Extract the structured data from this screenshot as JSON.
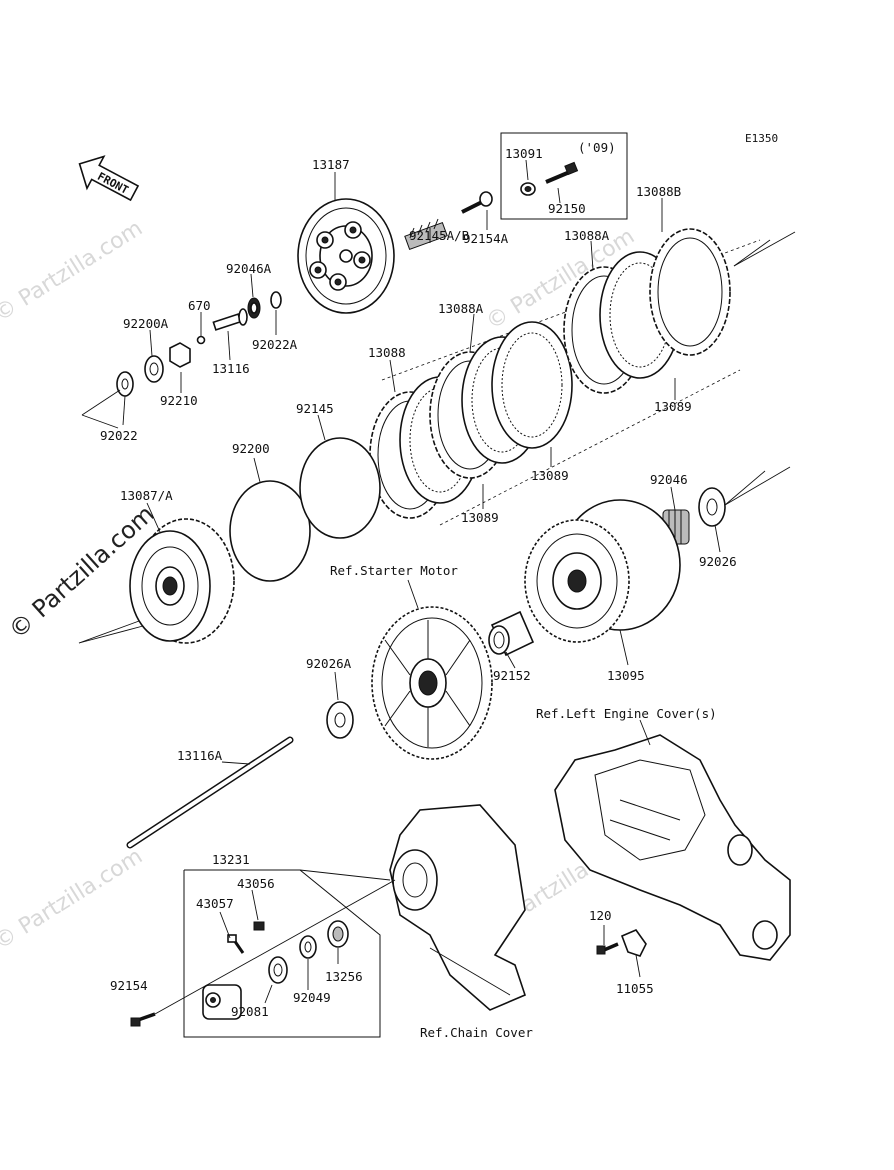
{
  "diagram": {
    "code": "E1350",
    "front_label": "FRONT",
    "watermark_main": "© Partzilla.com",
    "watermark_faint": "© Partzilla.com",
    "variant_box": {
      "year": "('09)",
      "parts": [
        "13091",
        "92150"
      ]
    },
    "references": {
      "starter_motor": "Ref.Starter Motor",
      "left_engine_cover": "Ref.Left Engine Cover(s)",
      "chain_cover": "Ref.Chain Cover"
    },
    "callouts": {
      "p13187": "13187",
      "p13091": "13091",
      "p92150": "92150",
      "p13088B": "13088B",
      "p92154A": "92154A",
      "p92145AB": "92145A/B",
      "p13088A_top": "13088A",
      "p92046A": "92046A",
      "p670": "670",
      "p92200A": "92200A",
      "p92022A": "92022A",
      "p13116": "13116",
      "p13088A_mid": "13088A",
      "p13088": "13088",
      "p92210": "92210",
      "p92022": "92022",
      "p13089_right": "13089",
      "p92145": "92145",
      "p92200": "92200",
      "p13089_center": "13089",
      "p13089_left": "13089",
      "p92046": "92046",
      "p13087A": "13087/A",
      "p92026": "92026",
      "p92152": "92152",
      "p13095": "13095",
      "p92026A": "92026A",
      "p13116A": "13116A",
      "p13231": "13231",
      "p43056": "43056",
      "p43057": "43057",
      "p13256": "13256",
      "p92049": "92049",
      "p92154": "92154",
      "p92081": "92081",
      "p120": "120",
      "p11055": "11055"
    }
  }
}
